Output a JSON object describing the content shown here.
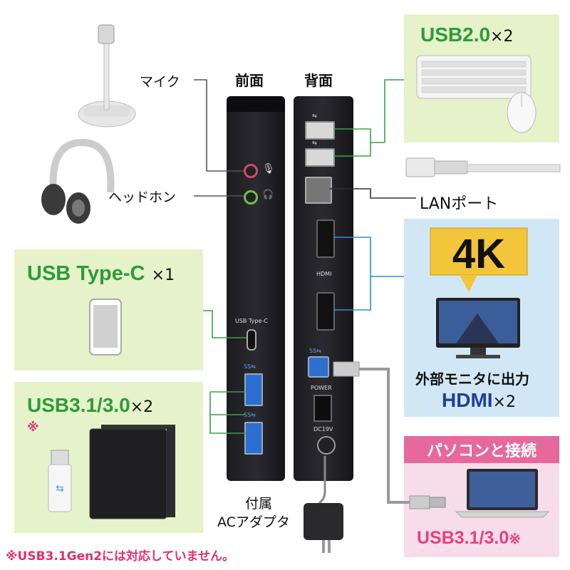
{
  "labels": {
    "front": "前面",
    "back": "背面",
    "mic": "マイク",
    "headphone": "ヘッドホン",
    "lan": "LANポート",
    "accessory_line1": "付属",
    "accessory_line2": "ACアダプタ",
    "external_monitor": "外部モニタに出力",
    "pc_connect": "パソコンと接続"
  },
  "usb2": {
    "name": "USB2.0",
    "count": "×2"
  },
  "typec": {
    "name": "USB Type-C",
    "count": "×1"
  },
  "usb31": {
    "name": "USB3.1/3.0",
    "count": "×2",
    "mark": "※"
  },
  "hdmi": {
    "name": "HDMI",
    "count": "×2"
  },
  "monitor": {
    "res": "4K"
  },
  "pc_usb": {
    "name": "USB3.1/3.0",
    "mark": "※"
  },
  "device_text": {
    "typec_port": "USB Type-C",
    "hdmi_port": "HDMI",
    "power": "POWER",
    "dc": "DC19V"
  },
  "footnote": "※USB3.1Gen2には対応していません。",
  "colors": {
    "green": "#2d9b3a",
    "blue": "#1f3f9a",
    "pink": "#e7407f"
  }
}
